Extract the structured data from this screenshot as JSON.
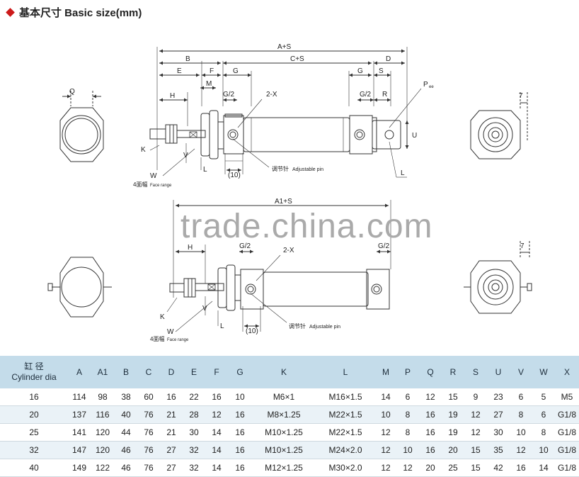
{
  "header": {
    "title": "基本尺寸  Basic size(mm)"
  },
  "drawing": {
    "top_labels": {
      "a_s": "A+S",
      "b": "B",
      "c_s": "C+S",
      "d": "D",
      "e": "E",
      "f": "F",
      "g_left": "G",
      "g_right": "G",
      "s": "S",
      "h": "H",
      "m": "M",
      "g2_left": "G/2",
      "g2_right": "G/2",
      "two_x": "2-X",
      "r": "R",
      "p": "P",
      "p_sub": "ee",
      "u": "U",
      "k": "K",
      "v": "V",
      "l_left": "L",
      "l_right": "L",
      "w": "W",
      "ten": "(10)",
      "pin_zh": "调节针",
      "pin_en": "Adjustable pin",
      "face_zh": "4面幅",
      "face_en": "Face range",
      "q": "Q",
      "seven": "7"
    },
    "bottom_labels": {
      "a1_s": "A1+S",
      "h": "H",
      "g2_left": "G/2",
      "g2_right": "G/2",
      "two_x": "2-X",
      "k": "K",
      "v": "V",
      "l": "L",
      "w": "W",
      "ten": "(10)",
      "pin_zh": "调节针",
      "pin_en": "Adjustable pin",
      "face_zh": "4面幅",
      "face_en": "Face range",
      "seven": "7"
    },
    "watermark": "trade.china.com"
  },
  "table": {
    "head_first_zh": "缸    径",
    "head_first_en": "Cylinder dia",
    "columns": [
      "A",
      "A1",
      "B",
      "C",
      "D",
      "E",
      "F",
      "G",
      "K",
      "L",
      "M",
      "P",
      "Q",
      "R",
      "S",
      "U",
      "V",
      "W",
      "X"
    ],
    "rows": [
      [
        "16",
        "114",
        "98",
        "38",
        "60",
        "16",
        "22",
        "16",
        "10",
        "M6×1",
        "M16×1.5",
        "14",
        "6",
        "12",
        "15",
        "9",
        "23",
        "6",
        "5",
        "M5"
      ],
      [
        "20",
        "137",
        "116",
        "40",
        "76",
        "21",
        "28",
        "12",
        "16",
        "M8×1.25",
        "M22×1.5",
        "10",
        "8",
        "16",
        "19",
        "12",
        "27",
        "8",
        "6",
        "G1/8"
      ],
      [
        "25",
        "141",
        "120",
        "44",
        "76",
        "21",
        "30",
        "14",
        "16",
        "M10×1.25",
        "M22×1.5",
        "12",
        "8",
        "16",
        "19",
        "12",
        "30",
        "10",
        "8",
        "G1/8"
      ],
      [
        "32",
        "147",
        "120",
        "46",
        "76",
        "27",
        "32",
        "14",
        "16",
        "M10×1.25",
        "M24×2.0",
        "12",
        "10",
        "16",
        "20",
        "15",
        "35",
        "12",
        "10",
        "G1/8"
      ],
      [
        "40",
        "149",
        "122",
        "46",
        "76",
        "27",
        "32",
        "14",
        "16",
        "M12×1.25",
        "M30×2.0",
        "12",
        "12",
        "20",
        "25",
        "15",
        "42",
        "16",
        "14",
        "G1/8"
      ]
    ]
  }
}
